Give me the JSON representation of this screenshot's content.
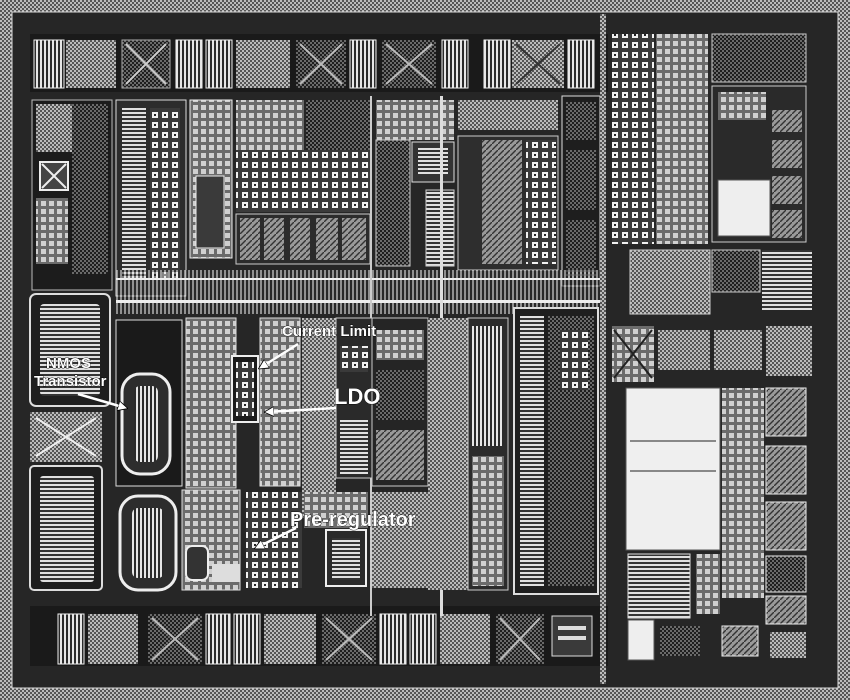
{
  "annotations": {
    "current_limit": "Current Limit",
    "nmos_line1": "NMOS",
    "nmos_line2": "Transistor",
    "ldo": "LDO",
    "pre_regulator": "Pre-regulator"
  },
  "colors": {
    "background": "#2a2a2a",
    "metal_light": "#cfcfcf",
    "metal_white": "#f2f2f2",
    "metal_dark": "#141414",
    "label_fill": "#ffffff",
    "label_outline": "#000000"
  }
}
